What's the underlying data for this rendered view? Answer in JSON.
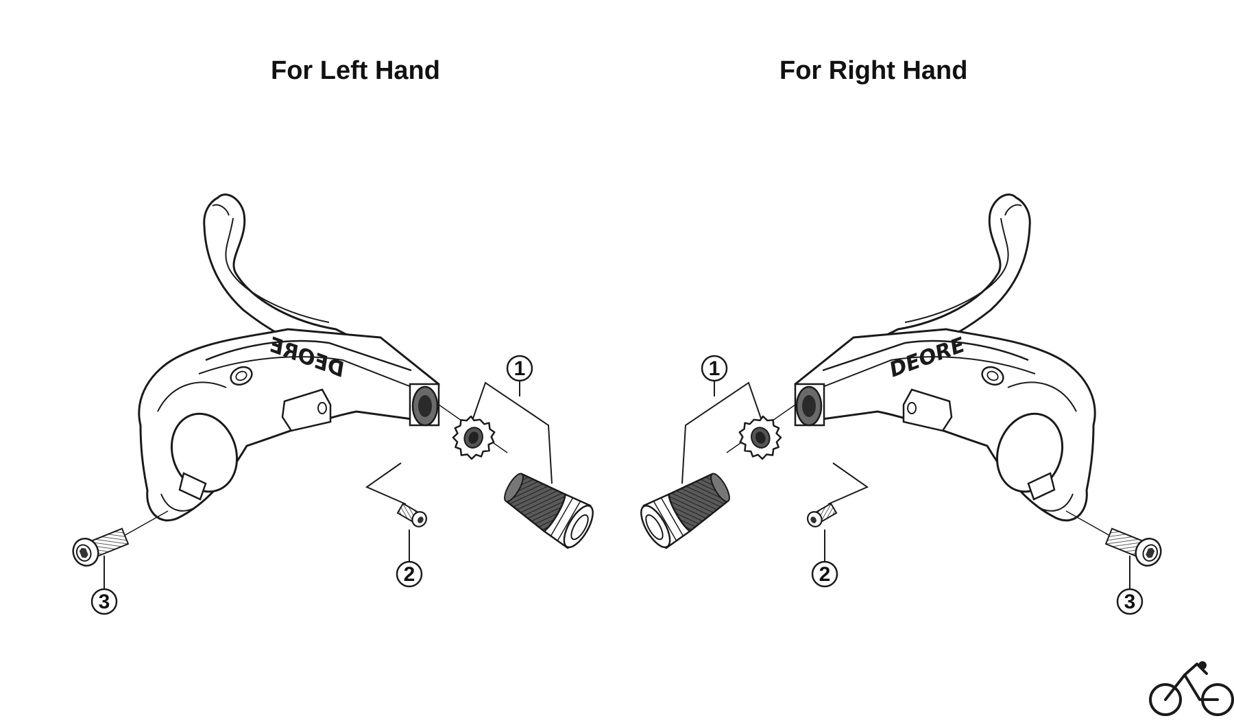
{
  "panels": {
    "left": {
      "title": "For Left Hand",
      "lever_logo": "DEORE"
    },
    "right": {
      "title": "For Right Hand",
      "lever_logo": "DEORE"
    }
  },
  "callouts": {
    "adjuster_assembly": "1",
    "set_screw": "2",
    "clamp_bolt": "3"
  },
  "colors": {
    "line": "#1a1a1a",
    "fill": "#ffffff",
    "shade": "#8a8a8a",
    "dark": "#3a3a3a"
  },
  "brand_icon": "bicycle-icon"
}
